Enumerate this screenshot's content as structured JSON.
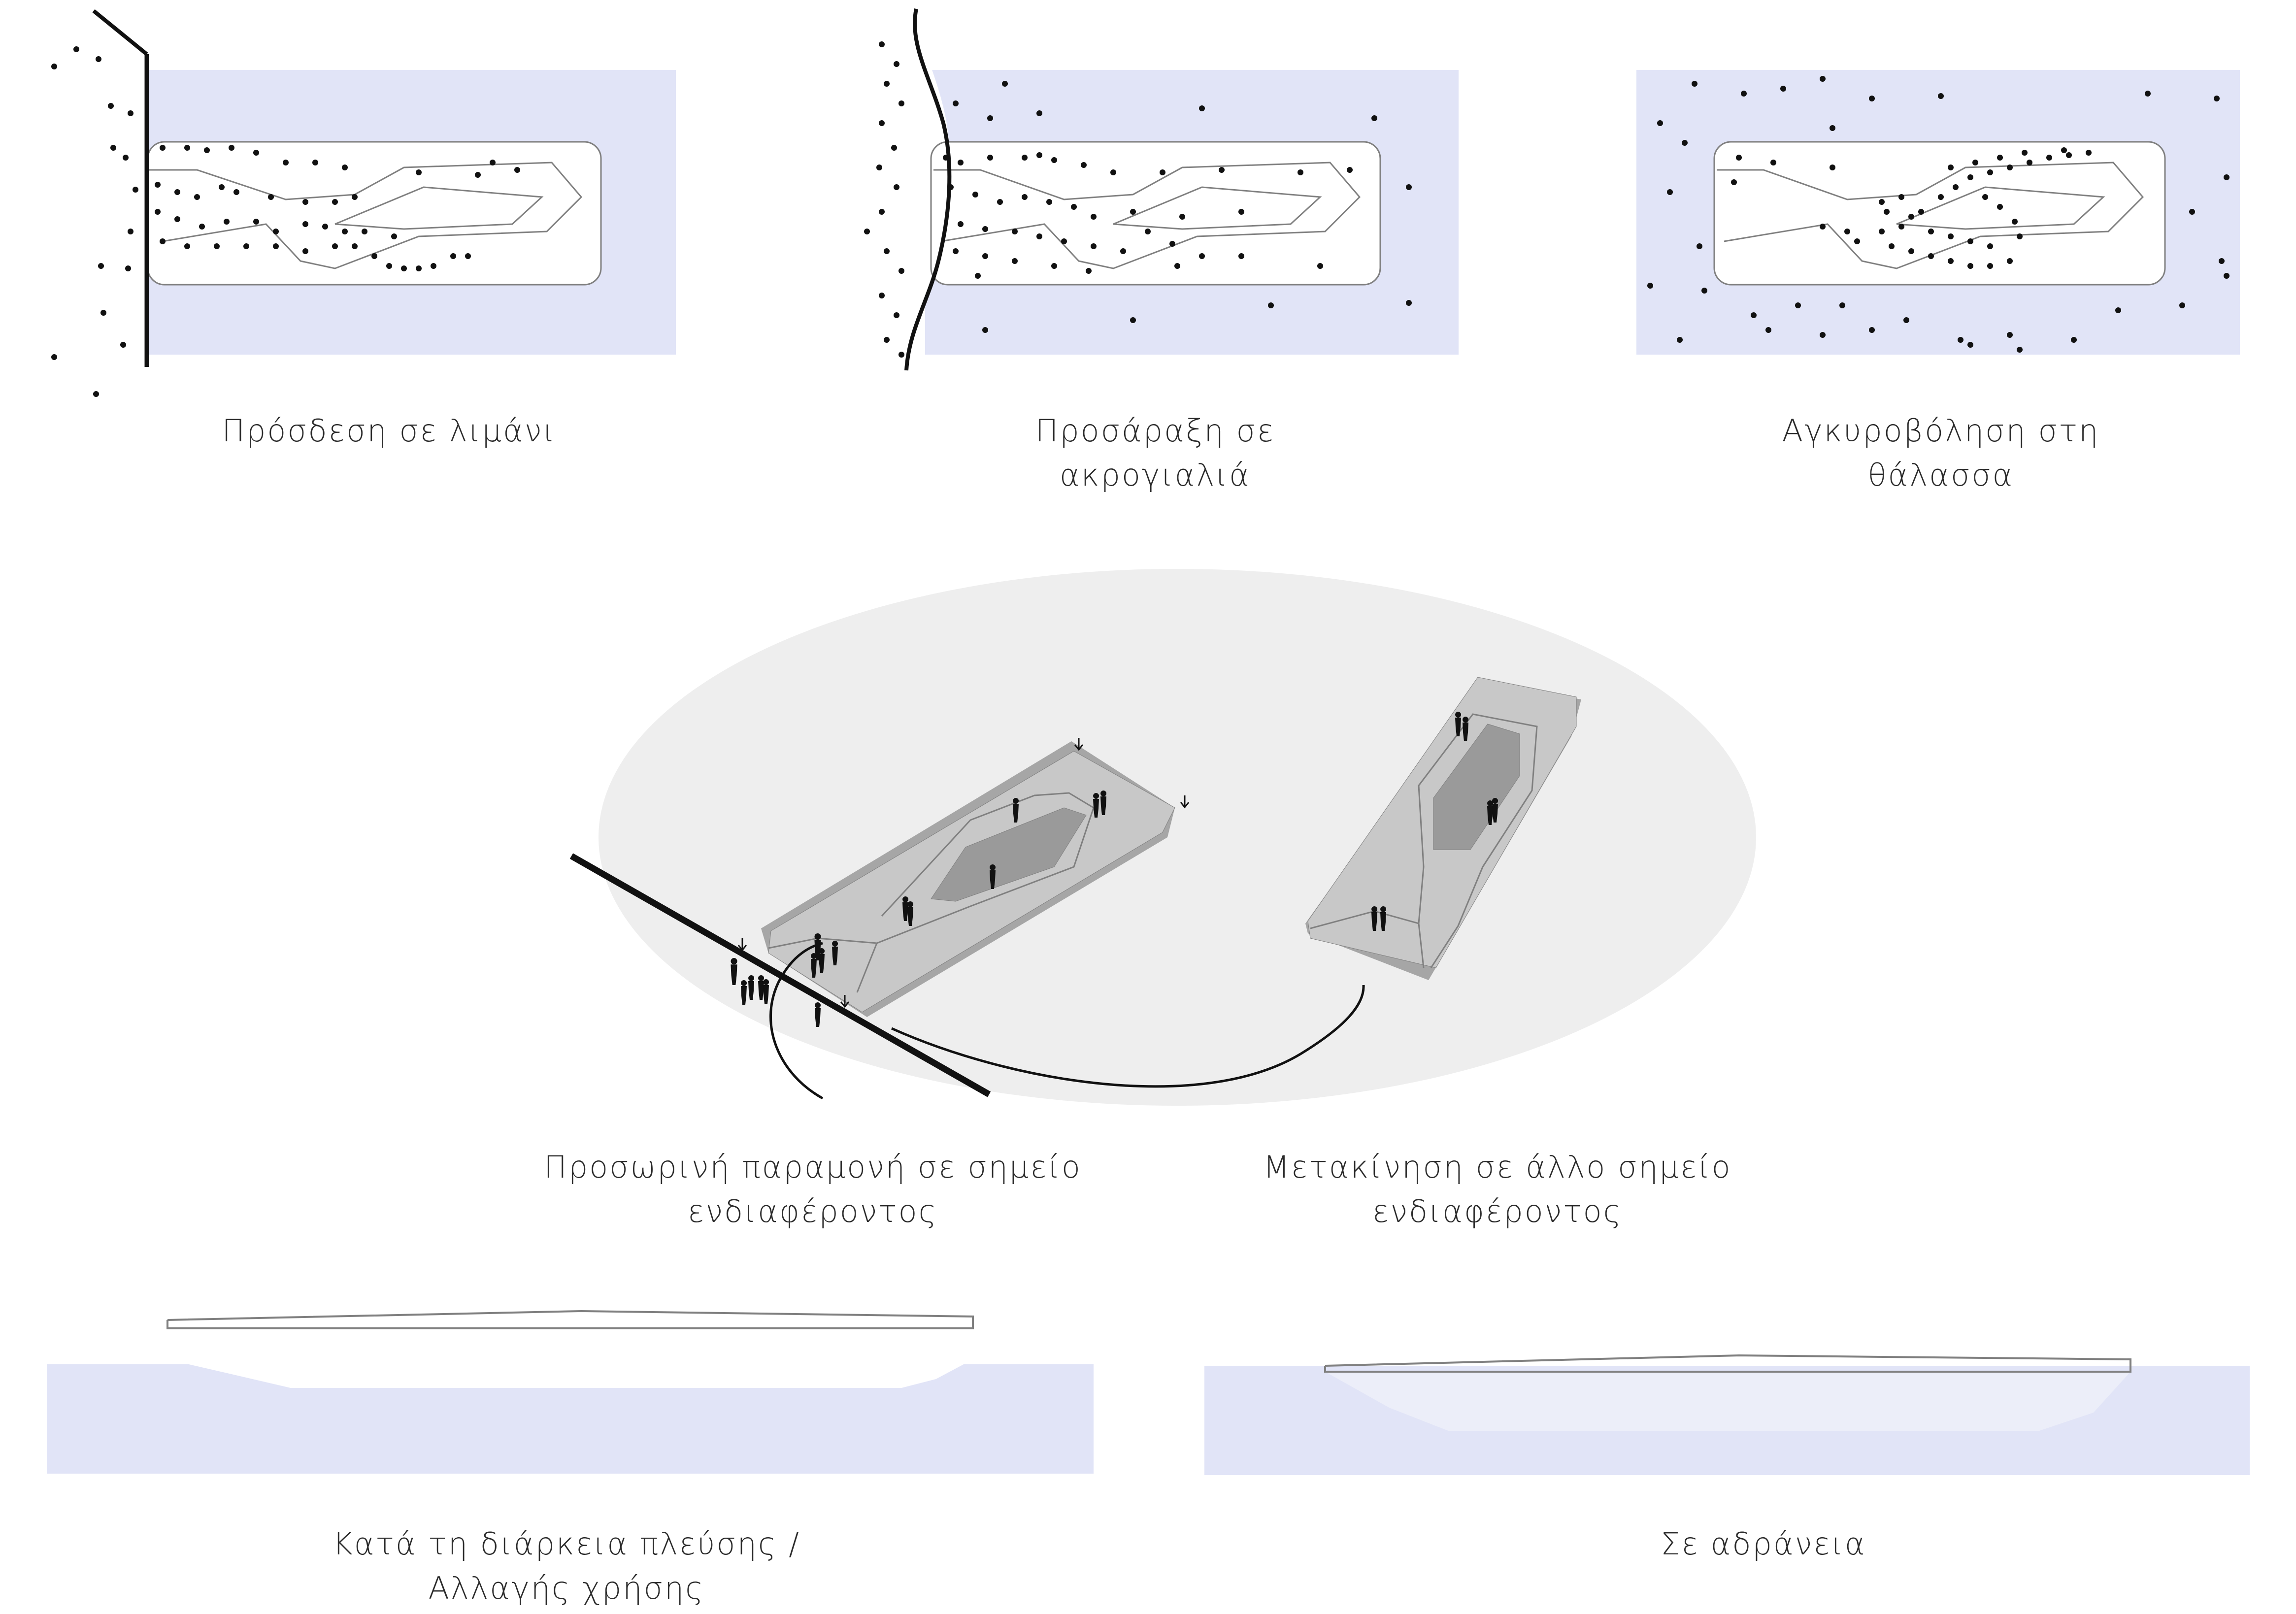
{
  "colors": {
    "water": "#e1e4f7",
    "water_light": "#eceef9",
    "hull_fill": "#ffffff",
    "outline": "#808080",
    "ink": "#111111",
    "halo": "#eeeeee",
    "deck_top": "#c8c8c8",
    "deck_side": "#a6a6a6",
    "deck_inner": "#9a9a9a",
    "text": "#2b2b2b"
  },
  "scenarios": {
    "docking": {
      "caption": [
        "Πρόσδεση σε λιμάνι"
      ]
    },
    "beaching": {
      "caption": [
        "Προσάραξη σε",
        "ακρογιαλιά"
      ]
    },
    "anchoring": {
      "caption": [
        "Αγκυροβόληση στη",
        "θάλασσα"
      ]
    },
    "temporary_stay": {
      "caption": [
        "Προσωρινή παραμονή σε σημείο",
        "ενδιαφέροντος"
      ]
    },
    "relocation": {
      "caption": [
        "Μετακίνηση σε άλλο σημείο",
        "ενδιαφέροντος"
      ]
    },
    "sailing": {
      "caption": [
        "Κατά τη διάρκεια πλεύσης /",
        "Αλλαγής χρήσης"
      ]
    },
    "idle": {
      "caption": [
        "Σε αδράνεια"
      ]
    }
  }
}
